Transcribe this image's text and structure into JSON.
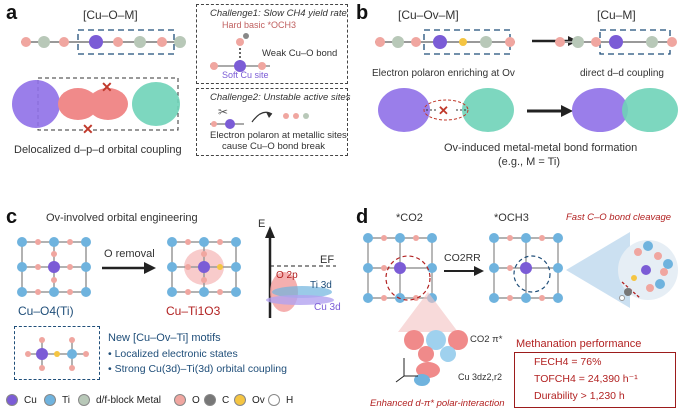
{
  "panels": {
    "a": {
      "letter": "a",
      "bracket_label": "[Cu–O–M]",
      "orbital_caption": "Delocalized d–p–d orbital coupling",
      "challenge1": {
        "title": "Challenge1: Slow CH4 yield rate",
        "label_och3": "Hard basic *OCH3",
        "label_weak": "Weak Cu–O bond",
        "label_soft": "Soft Cu site"
      },
      "challenge2": {
        "title": "Challenge2: Unstable active sites",
        "caption_line1": "Electron polaron at metallic sites",
        "caption_line2": "cause Cu–O bond break"
      }
    },
    "b": {
      "letter": "b",
      "bracket_left": "[Cu–Ov–M]",
      "bracket_right": "[Cu–M]",
      "caption_left": "Electron polaron enriching at Ov",
      "caption_right": "direct d–d coupling",
      "caption_main": "Ov-induced metal-metal bond formation",
      "caption_sub": "(e.g., M = Ti)"
    },
    "c": {
      "letter": "c",
      "title": "Ov-involved orbital engineering",
      "arrow_label": "O removal",
      "left_label": "Cu–O4(Ti)",
      "right_label": "Cu–Ti1O3",
      "energy_axis": "E",
      "fermi": "EF",
      "band_o2p": "O 2p",
      "band_ti3d": "Ti 3d",
      "band_cu3d": "Cu 3d",
      "motif_title": "New [Cu–Ov–Ti] motifs",
      "motif_bullets": [
        "Localized electronic states",
        "Strong Cu(3d)–Ti(3d) orbital coupling"
      ]
    },
    "d": {
      "letter": "d",
      "label_co2": "*CO2",
      "label_och3": "*OCH3",
      "arrow_label": "CO2RR",
      "cleavage": "Fast C–O bond cleavage",
      "co2_pi": "CO2 π*",
      "cu_orbital": "Cu 3dz2,r2",
      "enhanced": "Enhanced d-π* polar-interaction",
      "perf_title": "Methanation performance",
      "perf_items": [
        "FECH4 = 76%",
        "TOFCH4 = 24,390 h⁻¹",
        "Durability > 1,230 h"
      ]
    }
  },
  "legend": [
    {
      "label": "Cu",
      "color": "#7b5cd6"
    },
    {
      "label": "Ti",
      "color": "#6fb3de"
    },
    {
      "label": "d/f-block Metal",
      "color": "#b8c8b8"
    },
    {
      "label": "O",
      "color": "#f0a6a0"
    },
    {
      "label": "C",
      "color": "#777777"
    },
    {
      "label": "Ov",
      "color": "#f5c542"
    },
    {
      "label": "H",
      "color": "#ffffff"
    }
  ],
  "colors": {
    "cu": "#7b5cd6",
    "ti": "#6fb3de",
    "o": "#f0a6a0",
    "metal": "#b8c8b8",
    "red_accent": "#b22222",
    "blue_text": "#1f4e79"
  }
}
